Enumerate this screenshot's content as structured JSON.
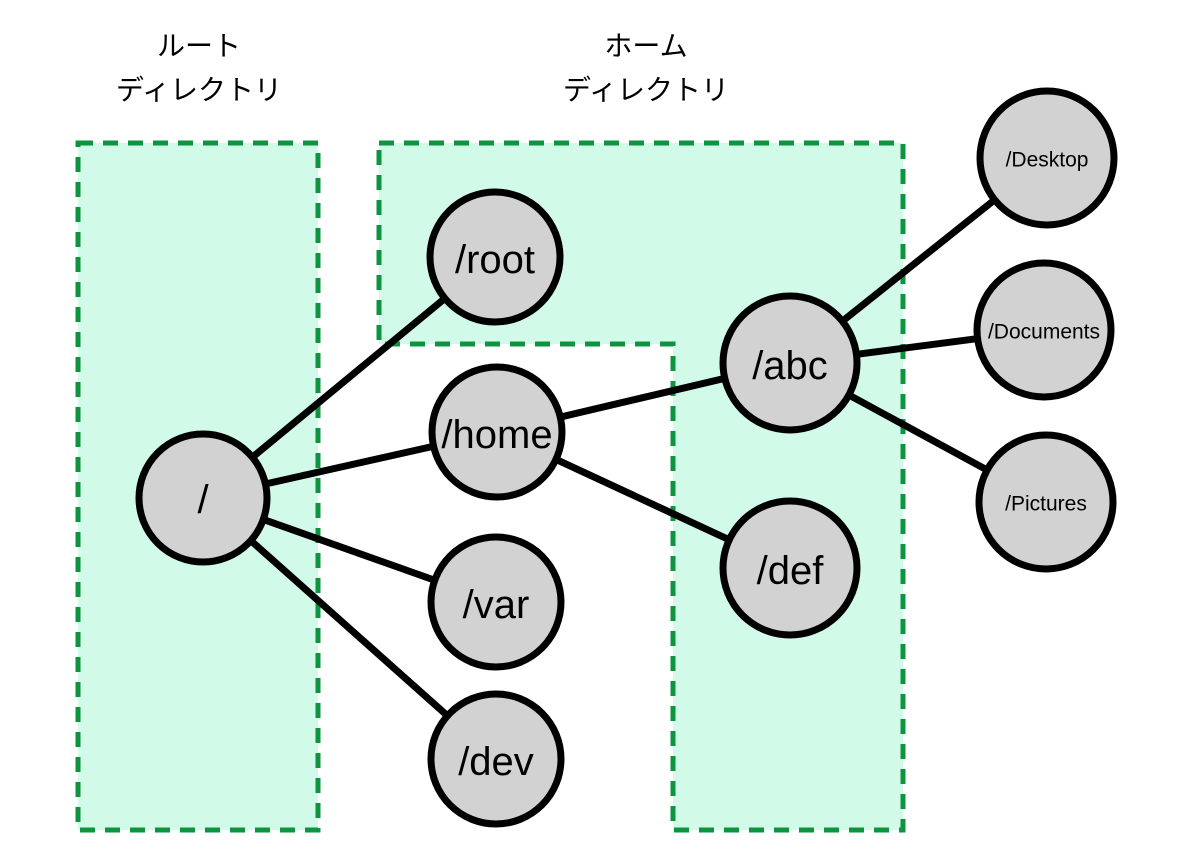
{
  "diagram": {
    "titles": {
      "root_directory": {
        "line1": "ルート",
        "line2": "ディレクトリ"
      },
      "home_directory": {
        "line1": "ホーム",
        "line2": "ディレクトリ"
      }
    },
    "nodes": {
      "slash": "/",
      "root": "/root",
      "home": "/home",
      "var": "/var",
      "dev": "/dev",
      "abc": "/abc",
      "def": "/def",
      "desktop": "/Desktop",
      "documents": "/Documents",
      "pictures": "/Pictures"
    },
    "edges": [
      [
        "/",
        "/root"
      ],
      [
        "/",
        "/home"
      ],
      [
        "/",
        "/var"
      ],
      [
        "/",
        "/dev"
      ],
      [
        "/home",
        "/abc"
      ],
      [
        "/home",
        "/def"
      ],
      [
        "/abc",
        "/Desktop"
      ],
      [
        "/abc",
        "/Documents"
      ],
      [
        "/abc",
        "/Pictures"
      ]
    ],
    "colors": {
      "region_fill": "#d2fae8",
      "region_border": "#0e9440",
      "node_fill": "#d2d2d2",
      "node_border": "#000000",
      "edge": "#000000",
      "text": "#000000"
    }
  }
}
